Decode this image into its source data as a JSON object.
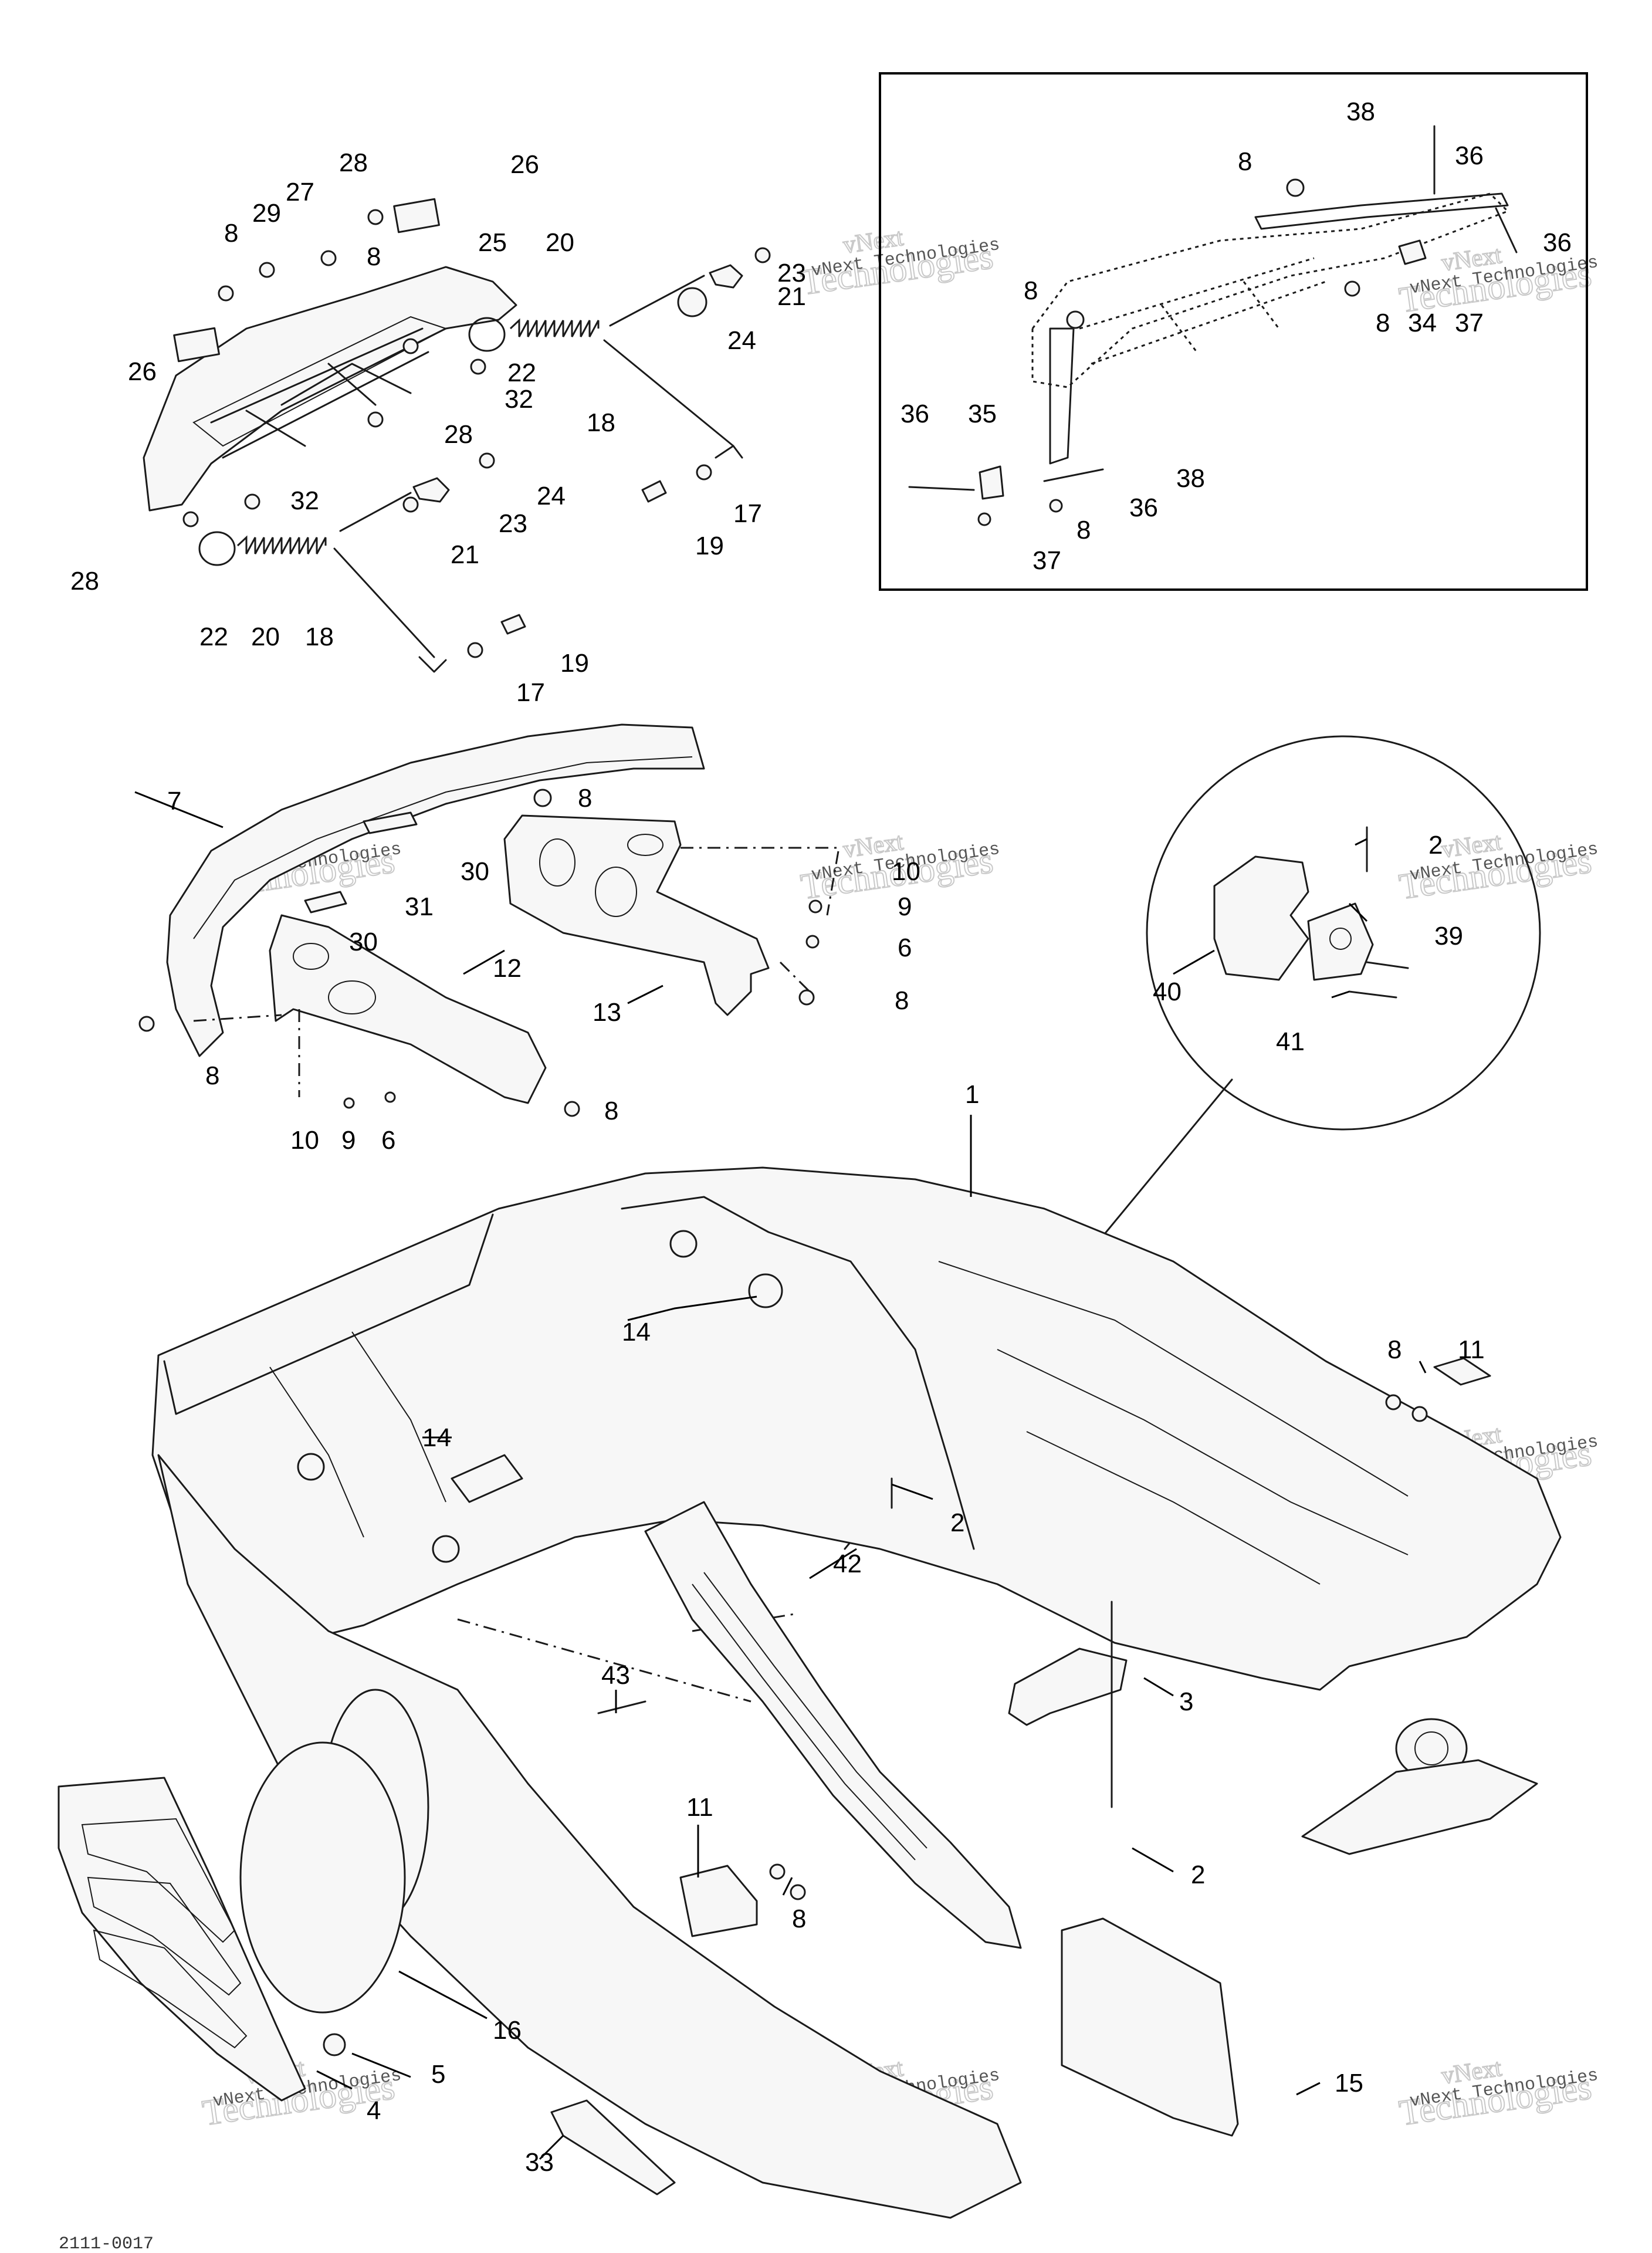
{
  "diagram": {
    "type": "exploded parts diagram",
    "drawing_code": "2111-0017"
  },
  "watermark": {
    "brand_top": "vNext",
    "brand_main": "Technologies",
    "brand_small": "vNext Technologies"
  },
  "callouts": {
    "c1": "1",
    "c2a": "2",
    "c2b": "2",
    "c2c": "2",
    "c3": "3",
    "c4": "4",
    "c5": "5",
    "c6a": "6",
    "c6b": "6",
    "c7": "7",
    "c8_top1": "8",
    "c8_top2": "8",
    "c8_inset1": "8",
    "c8_inset2": "8",
    "c8_inset3": "8",
    "c8_inset4": "8",
    "c8_mid1": "8",
    "c8_mid2": "8",
    "c8_mid3": "8",
    "c8_mid4": "8",
    "c8_r": "8",
    "c8_bot": "8",
    "c9a": "9",
    "c9b": "9",
    "c10a": "10",
    "c10b": "10",
    "c11a": "11",
    "c11b": "11",
    "c12": "12",
    "c13": "13",
    "c14a": "14",
    "c14b": "14",
    "c15": "15",
    "c16": "16",
    "c17a": "17",
    "c17b": "17",
    "c18a": "18",
    "c18b": "18",
    "c19a": "19",
    "c19b": "19",
    "c20a": "20",
    "c20b": "20",
    "c21a": "21",
    "c21b": "21",
    "c22a": "22",
    "c22b": "22",
    "c23a": "23",
    "c23b": "23",
    "c24a": "24",
    "c24b": "24",
    "c25": "25",
    "c26a": "26",
    "c26b": "26",
    "c27": "27",
    "c28a": "28",
    "c28b": "28",
    "c28c": "28",
    "c29": "29",
    "c30a": "30",
    "c30b": "30",
    "c31": "31",
    "c32a": "32",
    "c32b": "32",
    "c33": "33",
    "c34": "34",
    "c35": "35",
    "c36a": "36",
    "c36b": "36",
    "c36c": "36",
    "c36d": "36",
    "c37a": "37",
    "c37b": "37",
    "c38a": "38",
    "c38b": "38",
    "c39": "39",
    "c40": "40",
    "c41": "41",
    "c42": "42",
    "c43": "43"
  }
}
